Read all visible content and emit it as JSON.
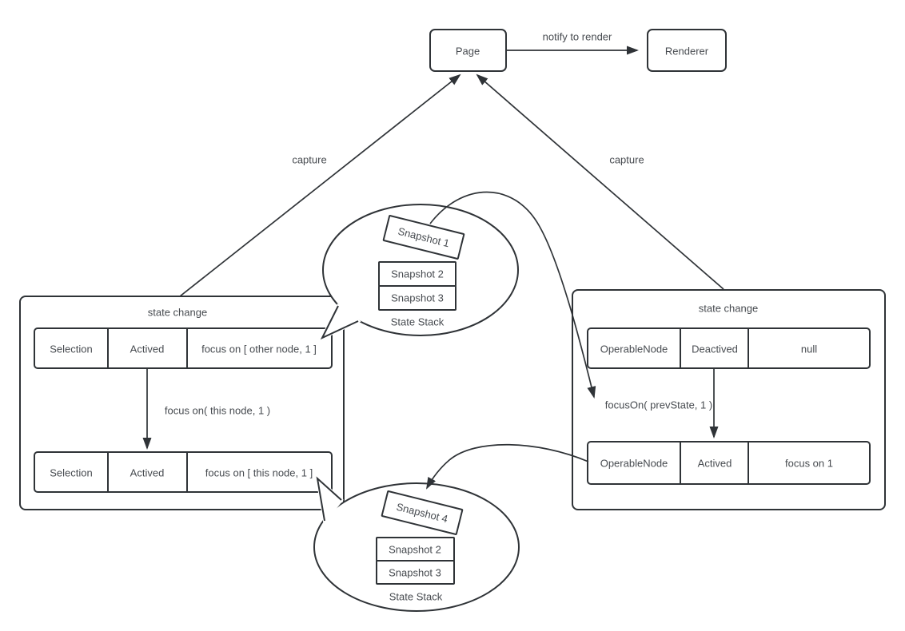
{
  "diagram": {
    "page": {
      "label": "Page"
    },
    "renderer": {
      "label": "Renderer"
    },
    "arrows": {
      "notify_label": "notify to render",
      "capture_left_label": "capture",
      "capture_right_label": "capture",
      "left_transition_label": "focus on( this node, 1 )",
      "right_transition_label": "focusOn( prevState, 1 )"
    },
    "left_state_change": {
      "title": "state change",
      "row1": {
        "cells": [
          "Selection",
          "Actived",
          "focus on [ other node, 1 ]"
        ]
      },
      "row2": {
        "cells": [
          "Selection",
          "Actived",
          "focus on [ this node, 1 ]"
        ]
      }
    },
    "right_state_change": {
      "title": "state change",
      "row1": {
        "cells": [
          "OperableNode",
          "Deactived",
          "null"
        ]
      },
      "row2": {
        "cells": [
          "OperableNode",
          "Actived",
          "focus on 1"
        ]
      }
    },
    "top_stack": {
      "title": "State Stack",
      "floating_item": "Snapshot 1",
      "items": [
        "Snapshot 2",
        "Snapshot 3"
      ]
    },
    "bottom_stack": {
      "title": "State Stack",
      "floating_item": "Snapshot 4",
      "items": [
        "Snapshot 2",
        "Snapshot 3"
      ]
    },
    "colors": {
      "stroke": "#2f3337",
      "text": "#474b50",
      "background": "#ffffff"
    }
  }
}
